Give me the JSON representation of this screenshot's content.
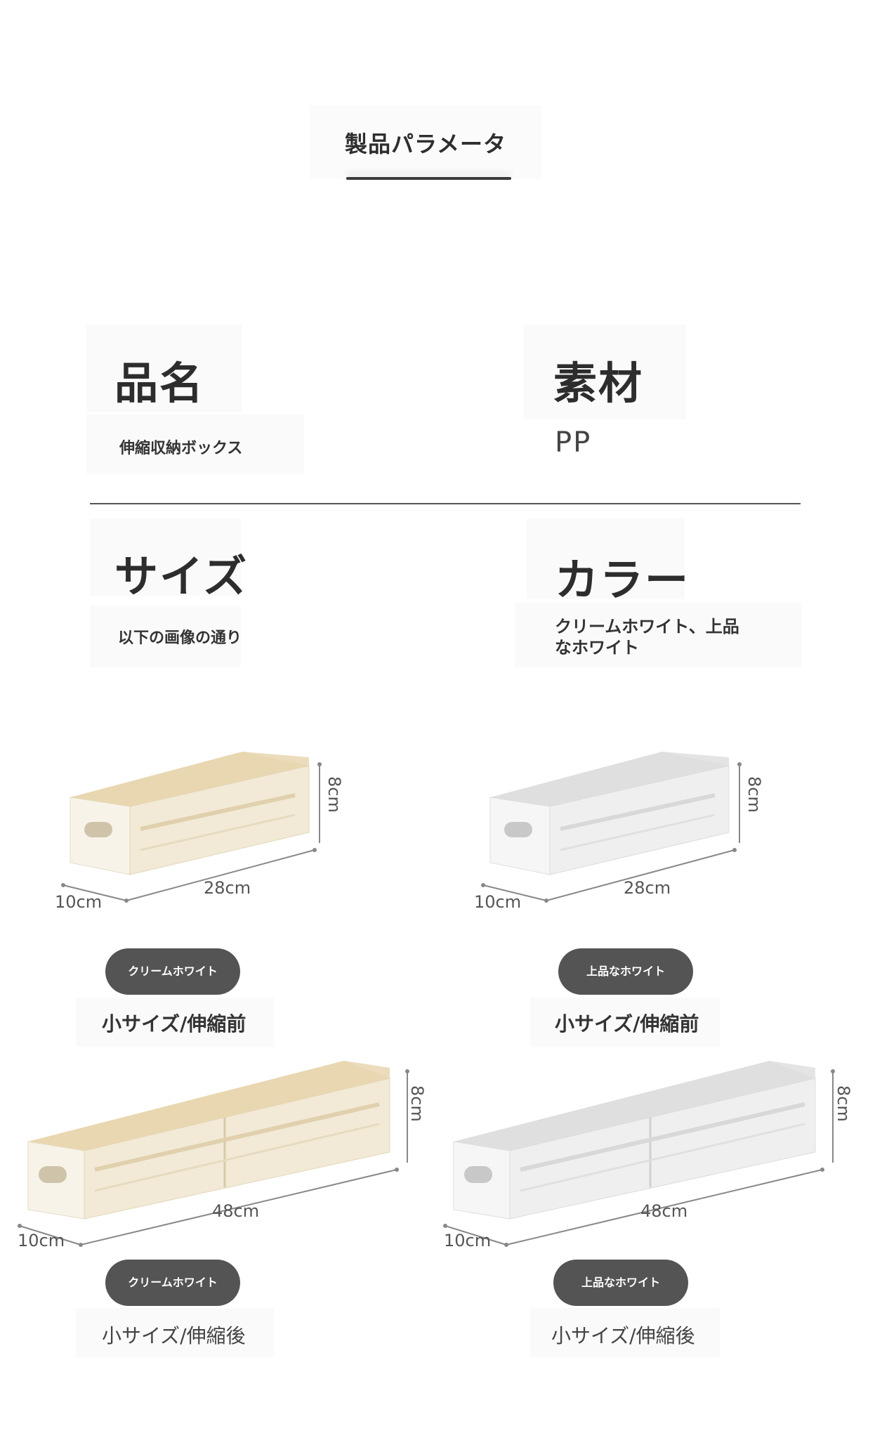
{
  "header": {
    "title": "製品パラメータ"
  },
  "params": {
    "name": {
      "label": "品名",
      "value": "伸縮収納ボックス"
    },
    "material": {
      "label": "素材",
      "value": "PP"
    },
    "size": {
      "label": "サイズ",
      "value": "以下の画像の通り"
    },
    "color": {
      "label": "カラー",
      "value_line1": "クリームホワイト、上品",
      "value_line2": "なホワイト"
    }
  },
  "products": [
    {
      "color_tag": "クリームホワイト",
      "caption": "小サイズ/伸縮前",
      "length": "28cm",
      "width": "10cm",
      "height": "8cm",
      "tone": "cream"
    },
    {
      "color_tag": "上品なホワイト",
      "caption": "小サイズ/伸縮前",
      "length": "28cm",
      "width": "10cm",
      "height": "8cm",
      "tone": "white"
    },
    {
      "color_tag": "クリームホワイト",
      "caption": "小サイズ/伸縮後",
      "length": "48cm",
      "width": "10cm",
      "height": "8cm",
      "tone": "cream"
    },
    {
      "color_tag": "上品なホワイト",
      "caption": "小サイズ/伸縮後",
      "length": "48cm",
      "width": "10cm",
      "height": "8cm",
      "tone": "white"
    }
  ],
  "colors": {
    "cream_front": "#f4efe2",
    "cream_inner": "#ecdcbc",
    "white_front": "#f2f2f2",
    "white_inner": "#e4e4e4",
    "pill": "#545454"
  }
}
